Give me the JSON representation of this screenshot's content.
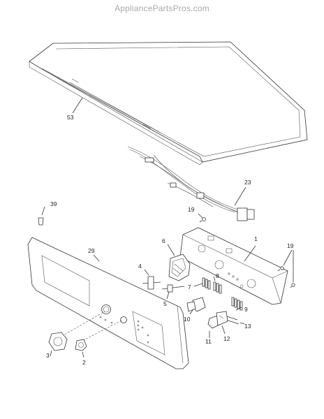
{
  "header": {
    "watermark": "AppliancePartsPros.com"
  },
  "callouts": {
    "p53": "53",
    "p23": "23",
    "p19a": "19",
    "p39": "39",
    "p29": "29",
    "p6": "6",
    "p1": "1",
    "p19b": "19",
    "p4": "4",
    "p7": "7",
    "p8": "8",
    "p5": "5",
    "p10": "10",
    "p9": "9",
    "p13": "13",
    "p11": "11",
    "p12": "12",
    "p3": "3",
    "p2": "2"
  }
}
